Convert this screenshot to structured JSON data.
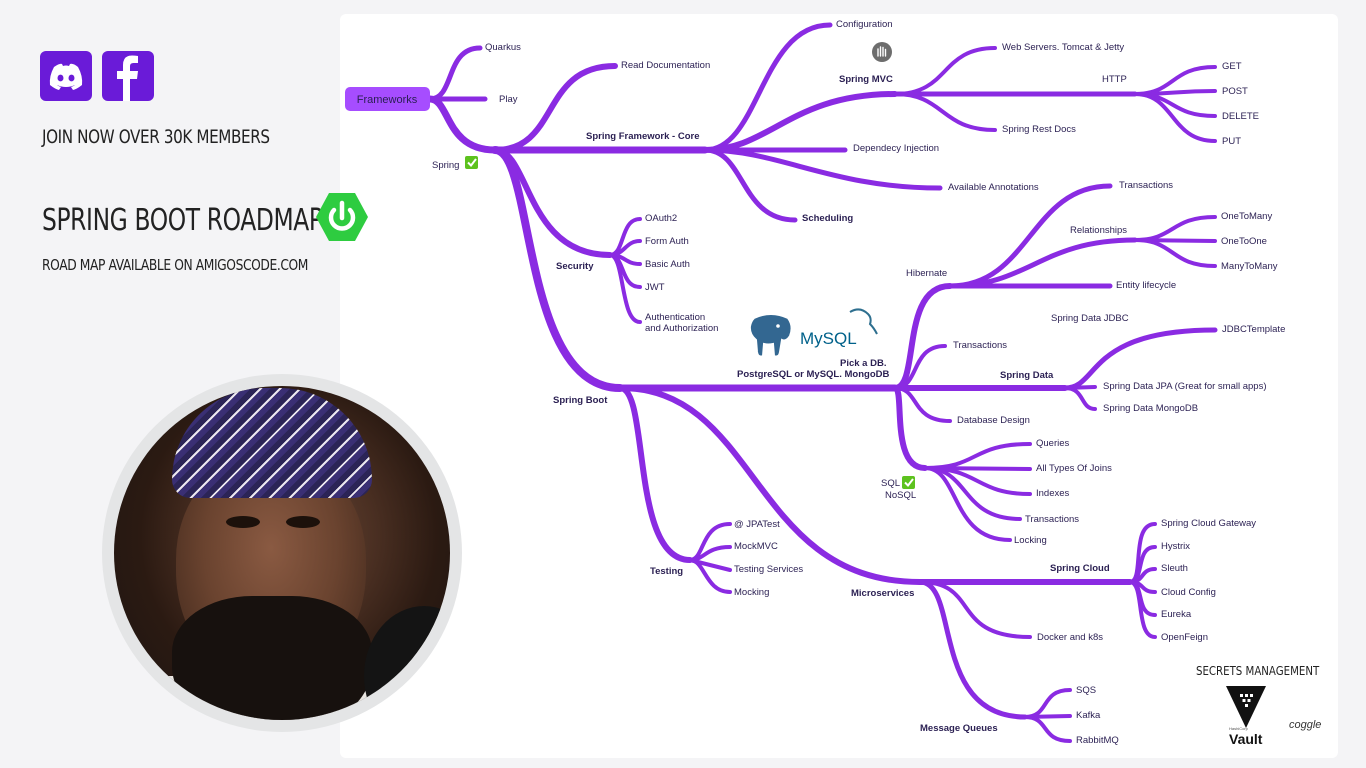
{
  "promo": {
    "join_text": "JOIN NOW  OVER 30K MEMBERS",
    "roadmap_title": "SPRING BOOT ROADMAP",
    "available_text": "ROAD MAP AVAILABLE ON AMIGOSCODE.COM"
  },
  "icons": {
    "discord": "discord-icon",
    "facebook": "facebook-icon",
    "spring_power": "power-icon"
  },
  "colors": {
    "branch": "#8a2be2",
    "icon_bg": "#6a1bd8",
    "spring_green": "#2ecc40",
    "check_green": "#5dc21e"
  },
  "map": {
    "root": "Frameworks",
    "nodes": {
      "quarkus": "Quarkus",
      "play": "Play",
      "spring": "Spring",
      "read_docs": "Read Documentation",
      "framework_core": "Spring Framework - Core",
      "configuration": "Configuration",
      "spring_mvc": "Spring MVC",
      "web_servers": "Web Servers. Tomcat & Jetty",
      "http": "HTTP",
      "get": "GET",
      "post": "POST",
      "delete": "DELETE",
      "put": "PUT",
      "rest_docs": "Spring Rest Docs",
      "di": "Dependecy Injection",
      "annotations": "Available Annotations",
      "scheduling": "Scheduling",
      "security": "Security",
      "oauth2": "OAuth2",
      "form_auth": "Form Auth",
      "basic_auth": "Basic Auth",
      "jwt": "JWT",
      "authn_1": "Authentication",
      "authn_2": "and Authorization",
      "spring_boot": "Spring Boot",
      "hibernate": "Hibernate",
      "transactions_h": "Transactions",
      "relationships": "Relationships",
      "one_to_many": "OneToMany",
      "one_to_one": "OneToOne",
      "many_to_many": "ManyToMany",
      "entity_lifecycle": "Entity lifecycle",
      "pick_db_1": "Pick a DB.",
      "pick_db_2": "PostgreSQL or MySQL. MongoDB",
      "transactions_db": "Transactions",
      "spring_data": "Spring Data",
      "spring_data_jdbc": "Spring Data JDBC",
      "jdbc_template": "JDBCTemplate",
      "spring_data_jpa": "Spring Data JPA (Great for small apps)",
      "spring_data_mongo": "Spring Data MongoDB",
      "db_design": "Database Design",
      "sql": "SQL",
      "nosql": "NoSQL",
      "queries": "Queries",
      "joins": "All Types Of Joins",
      "indexes": "Indexes",
      "transactions_sql": "Transactions",
      "locking": "Locking",
      "testing": "Testing",
      "jpa_test": "@ JPATest",
      "mock_mvc": "MockMVC",
      "testing_services": "Testing Services",
      "mocking": "Mocking",
      "microservices": "Microservices",
      "spring_cloud": "Spring Cloud",
      "gateway": "Spring Cloud Gateway",
      "hystrix": "Hystrix",
      "sleuth": "Sleuth",
      "cloud_config": "Cloud Config",
      "eureka": "Eureka",
      "openfeign": "OpenFeign",
      "docker": "Docker and k8s",
      "message_queues": "Message Queues",
      "sqs": "SQS",
      "kafka": "Kafka",
      "rabbitmq": "RabbitMQ"
    },
    "db_logos": {
      "postgres": "postgresql-elephant-icon",
      "mysql": "MySQL"
    }
  },
  "secrets": {
    "title": "SECRETS MANAGEMENT",
    "vault_small": "HashiCorp",
    "vault": "Vault"
  },
  "coggle": "coggle"
}
